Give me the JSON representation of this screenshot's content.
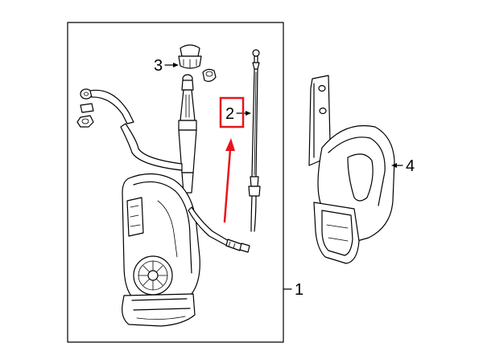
{
  "diagram": {
    "callouts": {
      "one": "1",
      "two": "2",
      "three": "3",
      "four": "4"
    },
    "colors": {
      "line": "#000000",
      "highlight": "#e8141b",
      "background": "#ffffff"
    }
  }
}
